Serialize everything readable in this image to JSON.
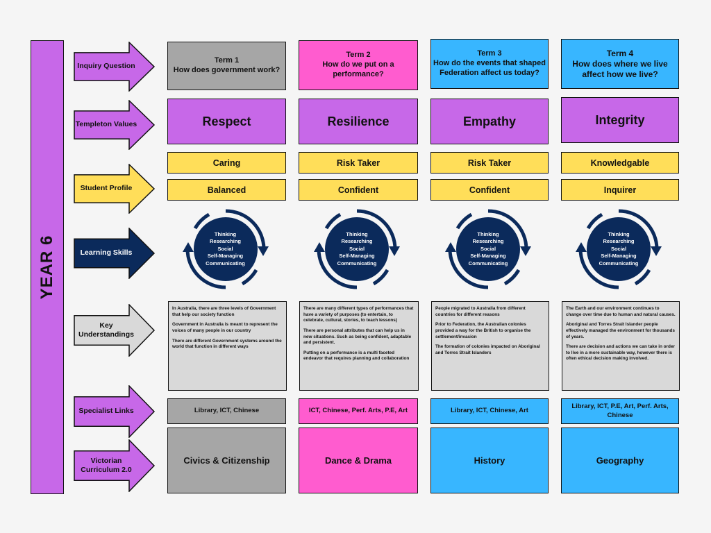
{
  "year_label": "YEAR 6",
  "colors": {
    "purple": "#c768e8",
    "grey": "#a6a6a6",
    "pink": "#ff5ccf",
    "blue": "#38b6ff",
    "yellow": "#ffde59",
    "navy": "#0b2a5b",
    "light_grey": "#d9d9d9"
  },
  "row_labels": {
    "inquiry": "Inquiry Question",
    "values": "Templeton Values",
    "profile": "Student Profile",
    "skills": "Learning Skills",
    "key": "Key Understandings",
    "specialist": "Specialist Links",
    "curriculum": "Victorian Curriculum 2.0"
  },
  "terms": [
    {
      "title": "Term 1",
      "question": "How does government work?",
      "value": "Respect",
      "trait1": "Caring",
      "trait2": "Balanced",
      "key": [
        "In Australia, there are three levels of Government that help our society function",
        "Government in Australia is meant to represent the voices of many people in our country",
        "There are different Government systems around the world that function in different ways"
      ],
      "specialist": "Library, ICT, Chinese",
      "subject": "Civics & Citizenship"
    },
    {
      "title": "Term 2",
      "question": "How do we put on a performance?",
      "value": "Resilience",
      "trait1": "Risk Taker",
      "trait2": "Confident",
      "key": [
        "There are many different types of performances that have a variety of purposes (to entertain, to celebrate, cultural, stories, to teach lessons)",
        "There are personal attributes that can help us in new situations. Such as being confident, adaptable and persistent.",
        "Putting on a performance is a multi faceted endeavor that requires planning and collaboration"
      ],
      "specialist": "ICT, Chinese, Perf. Arts, P.E, Art",
      "subject": "Dance & Drama"
    },
    {
      "title": "Term 3",
      "question": "How do the events that shaped Federation affect us today?",
      "value": "Empathy",
      "trait1": "Risk Taker",
      "trait2": "Confident",
      "key": [
        "People migrated to Australia from different countries for different reasons",
        "Prior to Federation, the Australian colonies provided a way for the British to organise the settlement/invasion",
        "The formation of colonies impacted on Aboriginal and Torres Strait Islanders"
      ],
      "specialist": "Library, ICT, Chinese, Art",
      "subject": "History"
    },
    {
      "title": "Term 4",
      "question": "How does where we live affect how we live?",
      "value": "Integrity",
      "trait1": "Knowledgable",
      "trait2": "Inquirer",
      "key": [
        "The Earth and our environment continues to change over time due to human and natural causes.",
        "Aboriginal and Torres Strait Islander people effectively managed the environment for thousands of years.",
        "There are decision and actions we can take in order to live in a more sustainable way, however there is often ethical decision making involved."
      ],
      "specialist": "Library, ICT, P.E, Art, Perf. Arts, Chinese",
      "subject": "Geography"
    }
  ],
  "skills": [
    "Thinking",
    "Researching",
    "Social",
    "Self-Managing",
    "Communicating"
  ]
}
